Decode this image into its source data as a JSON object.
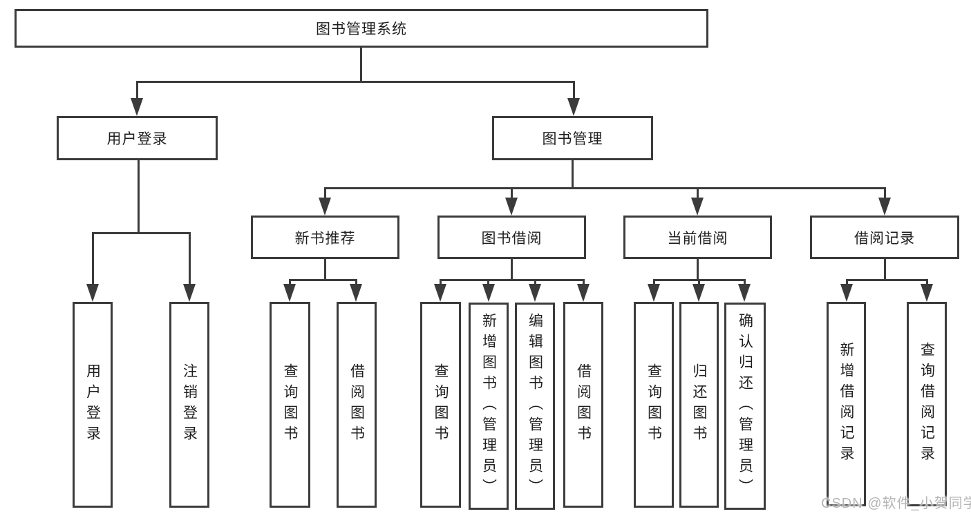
{
  "diagram": {
    "title": "图书管理系统",
    "root": {
      "label": "图书管理系统"
    },
    "level2": [
      {
        "label": "用户登录"
      },
      {
        "label": "图书管理"
      }
    ],
    "level3": [
      {
        "label": "新书推荐"
      },
      {
        "label": "图书借阅"
      },
      {
        "label": "当前借阅"
      },
      {
        "label": "借阅记录"
      }
    ],
    "leaves": {
      "user_login": [
        "用户登录",
        "注销登录"
      ],
      "new_book_recommend": [
        "查询图书",
        "借阅图书"
      ],
      "book_borrow": [
        "查询图书",
        "新增图书（管理员）",
        "编辑图书（管理员）",
        "借阅图书"
      ],
      "current_borrow": [
        "查询图书",
        "归还图书",
        "确认归还（管理员）"
      ],
      "borrow_records": [
        "新增借阅记录",
        "查询借阅记录"
      ]
    }
  },
  "watermark": {
    "text": "CSDN @软件_小贺同学"
  },
  "colors": {
    "line": "#3b3b3b",
    "text": "#1f1f1f",
    "background": "#ffffff",
    "watermark": "#b5b5b5"
  }
}
